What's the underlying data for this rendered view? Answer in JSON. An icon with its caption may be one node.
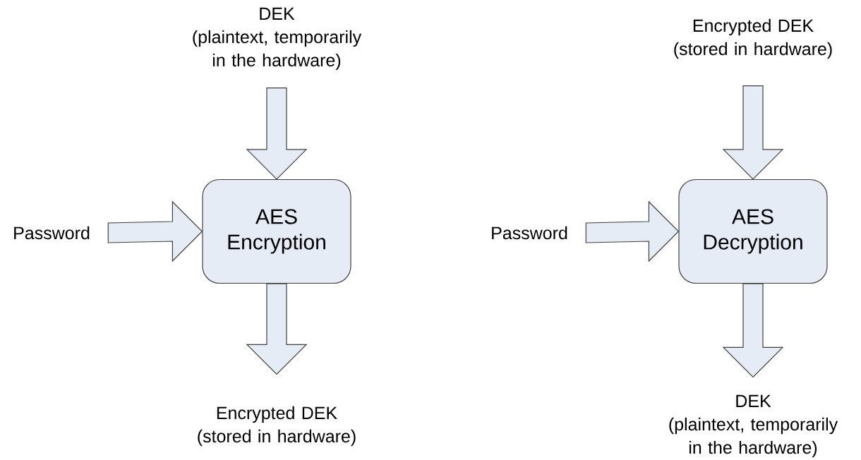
{
  "diagram": {
    "nodes": [
      {
        "text": [
          "DEK",
          "(plaintext, temporarily in the hardware)"
        ]
      },
      {
        "text": [
          "Password"
        ]
      },
      {
        "text": [
          "AES Encryption"
        ]
      },
      {
        "text": [
          "Encrypted DEK",
          "(stored in hardware)"
        ]
      },
      {
        "text": [
          "Encrypted DEK",
          "(stored in hardware)"
        ]
      },
      {
        "text": [
          "Password"
        ]
      },
      {
        "text": [
          "AES Decryption"
        ]
      },
      {
        "text": [
          "DEK",
          "(plaintext, temporarily in the hardware)"
        ]
      }
    ],
    "edges": [
      {
        "from": 0,
        "to": 2,
        "arrow": "to"
      },
      {
        "from": 1,
        "to": 2,
        "arrow": "to"
      },
      {
        "from": 2,
        "to": 3,
        "arrow": "to"
      },
      {
        "from": 4,
        "to": 6,
        "arrow": "to"
      },
      {
        "from": 5,
        "to": 6,
        "arrow": "to"
      },
      {
        "from": 6,
        "to": 7,
        "arrow": "to"
      }
    ]
  }
}
